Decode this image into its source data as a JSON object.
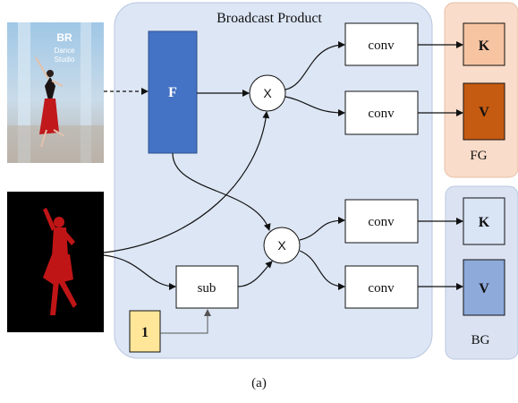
{
  "title": "Broadcast Product",
  "blocks": {
    "feature": "F",
    "multiply_top": "X",
    "multiply_bottom": "X",
    "sub": "sub",
    "one": "1",
    "conv_1": "conv",
    "conv_2": "conv",
    "conv_3": "conv",
    "conv_4": "conv",
    "fg_k": "K",
    "fg_v": "V",
    "bg_k": "K",
    "bg_v": "V"
  },
  "groups": {
    "fg": "FG",
    "bg": "BG"
  },
  "photo_text": {
    "line1": "Dance",
    "line2": "Studio"
  },
  "caption": "(a)",
  "colors": {
    "panel": "#dde6f5",
    "feature": "#4472c4",
    "fg_panel": "#f9dcc9",
    "fg_k": "#f7c4a1",
    "fg_v": "#c55a11",
    "bg_panel": "#dbe3f2",
    "bg_k": "#d9e4f5",
    "bg_v": "#8eaadb",
    "one": "#ffe699"
  }
}
